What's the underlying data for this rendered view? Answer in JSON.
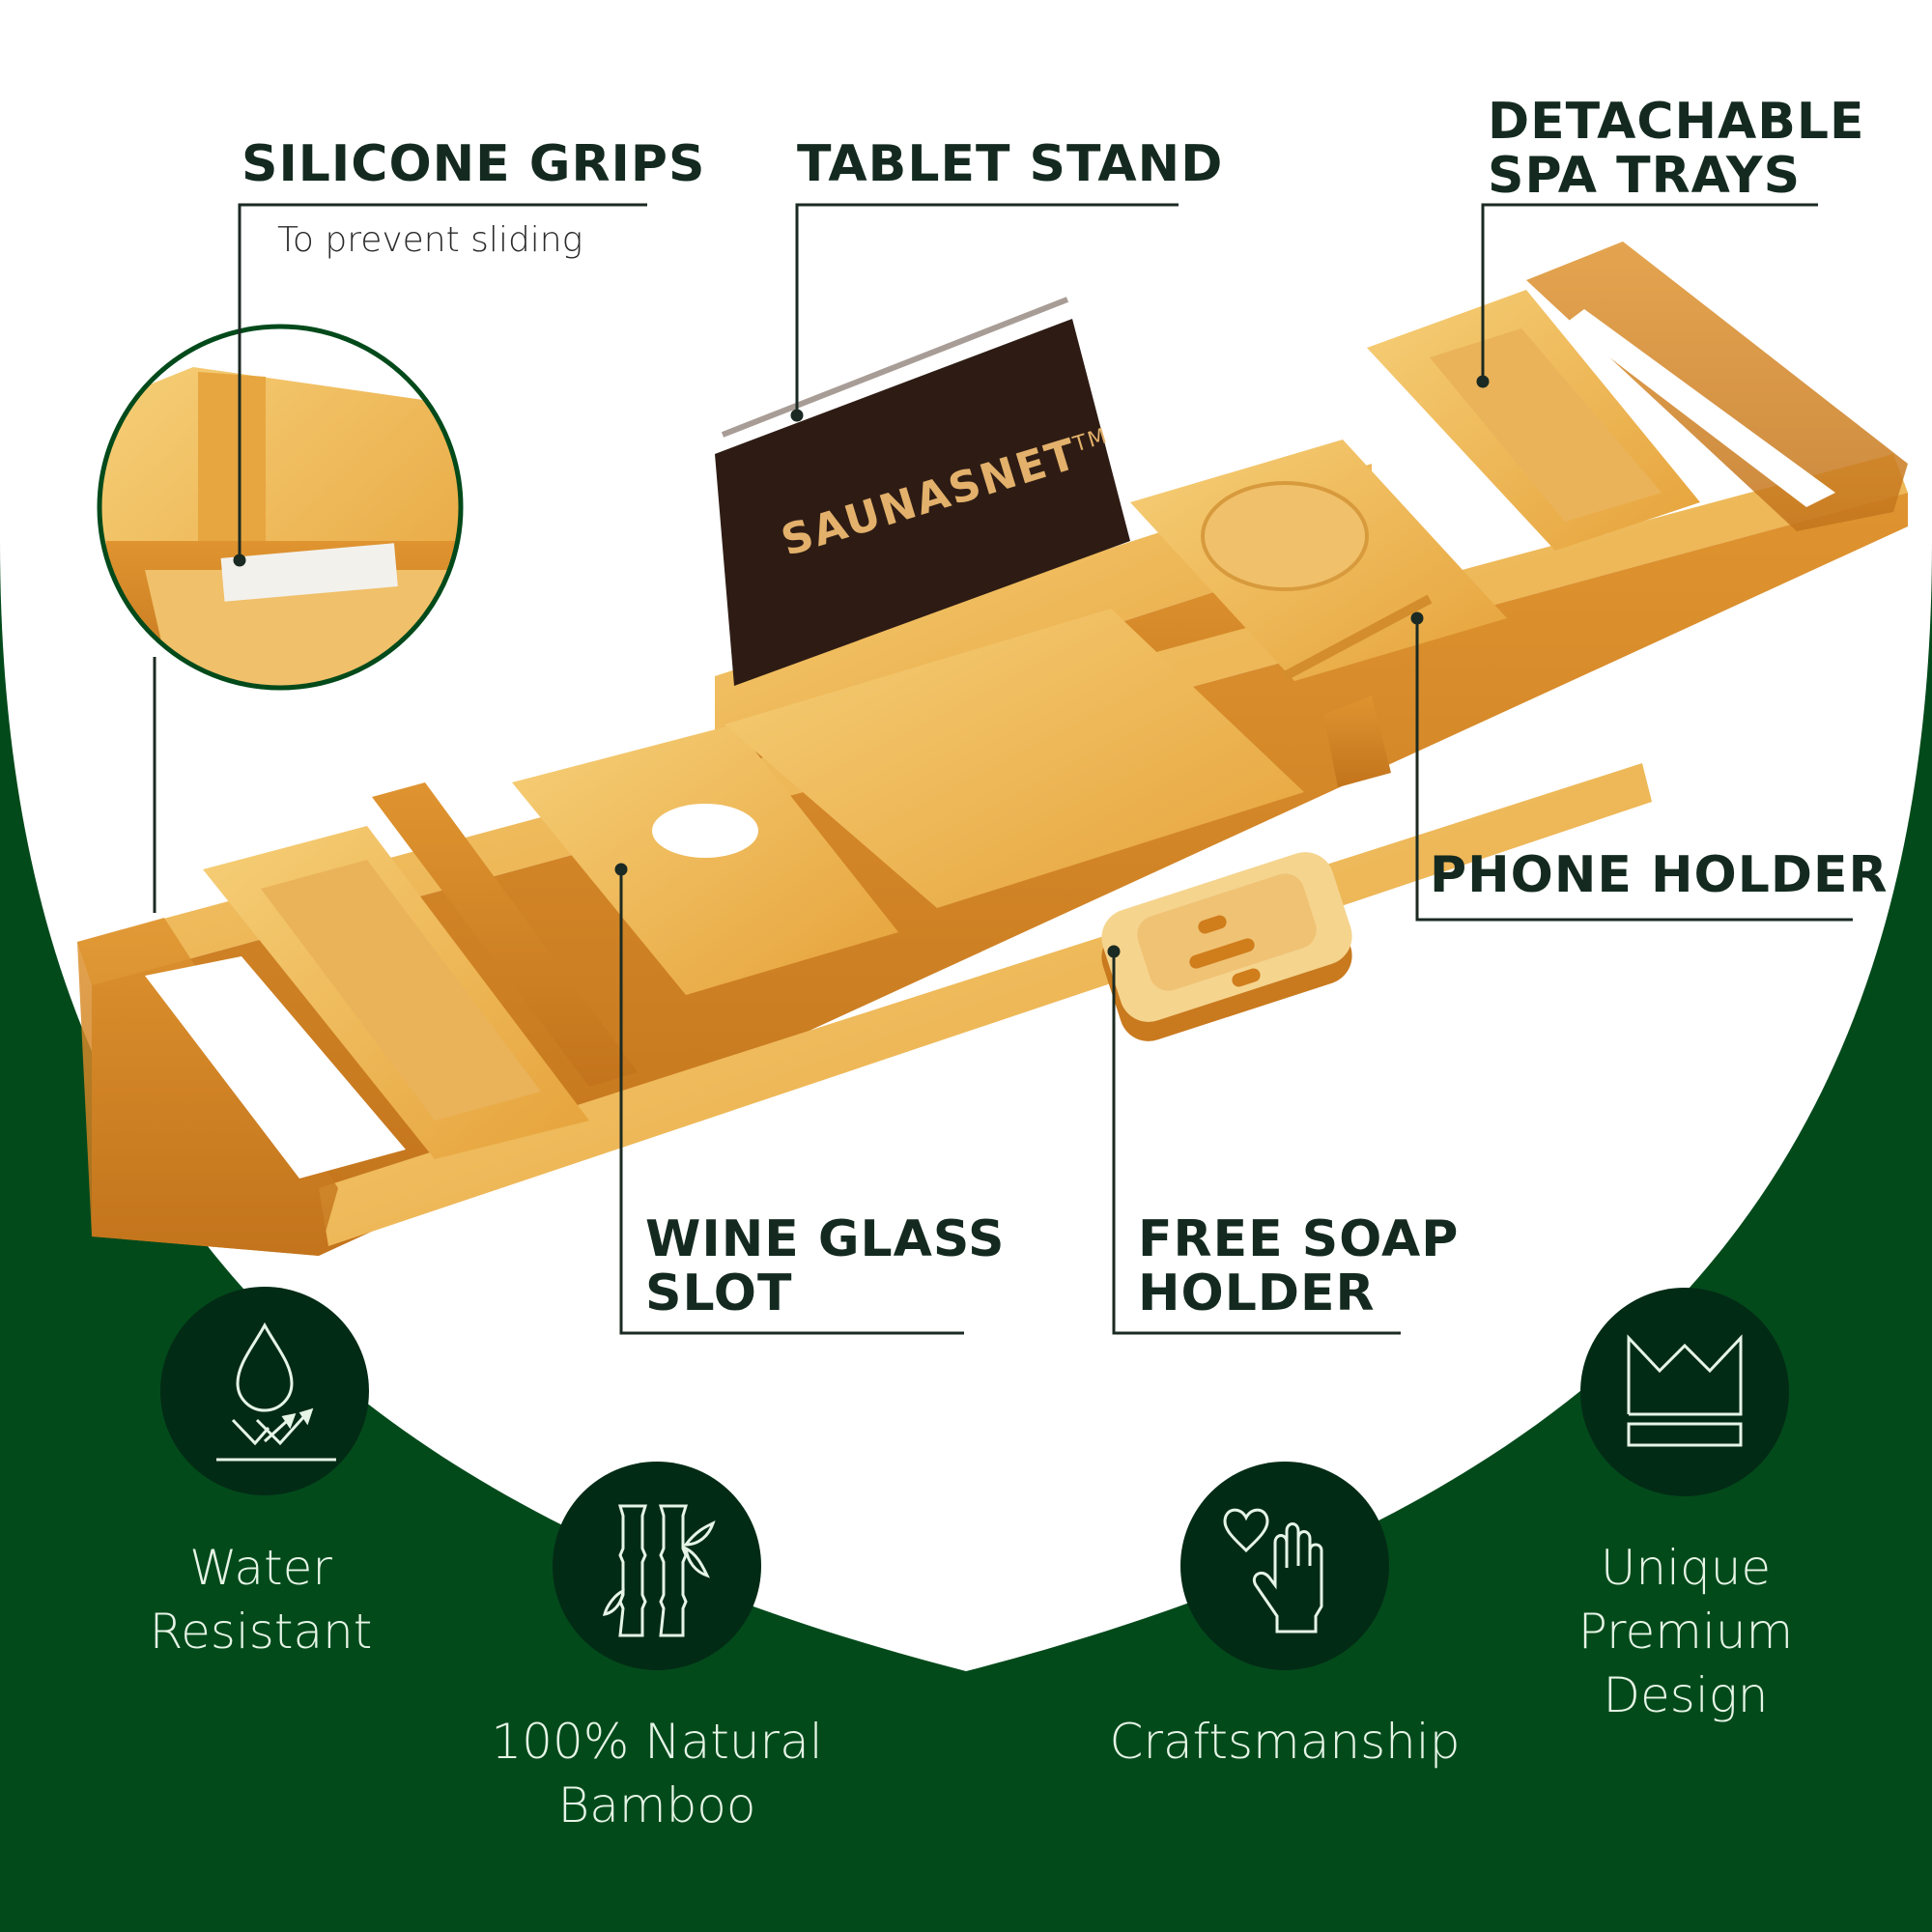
{
  "colors": {
    "background_green": "#034a1b",
    "icon_circle": "#022b15",
    "panel_white": "#ffffff",
    "title_text": "#142a20",
    "feature_text": "#e6f5e6",
    "bamboo_light": "#f2c46a",
    "bamboo_mid": "#e9a93f",
    "bamboo_dark": "#c97a1e",
    "tablet_stand": "#2e1c14",
    "brand_gold": "#e3b16b"
  },
  "product": {
    "brand": "SAUNASNET",
    "trademark": "TM"
  },
  "callouts": [
    {
      "id": "silicone-grips",
      "title": "SILICONE GRIPS",
      "subtitle": "To prevent sliding"
    },
    {
      "id": "tablet-stand",
      "title": "TABLET STAND"
    },
    {
      "id": "detachable-spa-trays",
      "title_line1": "DETACHABLE",
      "title_line2": "SPA TRAYS"
    },
    {
      "id": "phone-holder",
      "title": "PHONE HOLDER"
    },
    {
      "id": "wine-glass-slot",
      "title_line1": "WINE GLASS",
      "title_line2": "SLOT"
    },
    {
      "id": "free-soap-holder",
      "title_line1": "FREE SOAP",
      "title_line2": "HOLDER"
    }
  ],
  "features": [
    {
      "icon": "water-drop-icon",
      "line1": "Water",
      "line2": "Resistant"
    },
    {
      "icon": "bamboo-icon",
      "line1": "100% Natural",
      "line2": "Bamboo"
    },
    {
      "icon": "hand-heart-icon",
      "line1": "Craftsmanship"
    },
    {
      "icon": "crown-icon",
      "line1": "Unique",
      "line2": "Premium",
      "line3": "Design"
    }
  ]
}
